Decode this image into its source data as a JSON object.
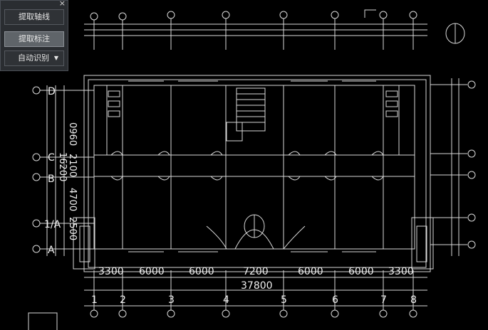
{
  "panel": {
    "close_glyph": "×",
    "buttons": [
      {
        "label": "提取轴线",
        "active": false
      },
      {
        "label": "提取标注",
        "active": true
      },
      {
        "label": "自动识别",
        "active": false,
        "dropdown": true
      }
    ]
  },
  "drawing": {
    "bottom_dimensions": [
      "3300",
      "6000",
      "6000",
      "7200",
      "6000",
      "6000",
      "3300"
    ],
    "total_dimension": "37800",
    "left_dimensions": [
      "0960",
      "2100",
      "4700",
      "2500"
    ],
    "left_total": "16200",
    "column_axis_labels": [
      "1",
      "2",
      "3",
      "4",
      "5",
      "6",
      "7",
      "8"
    ],
    "row_axis_labels": [
      "D",
      "C",
      "B",
      "1/A",
      "A"
    ],
    "colors": {
      "background": "#000000",
      "linework": "#e6e6e6",
      "panel": "#2a2d31"
    }
  }
}
